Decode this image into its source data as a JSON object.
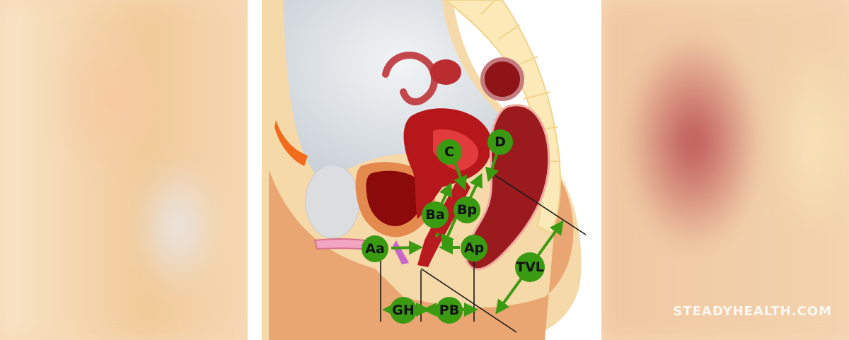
{
  "diagram": {
    "labels": {
      "C": "C",
      "D": "D",
      "Ba": "Ba",
      "Bp": "Bp",
      "Aa": "Aa",
      "Ap": "Ap",
      "TVL": "TVL",
      "GH": "GH",
      "PB": "PB"
    },
    "colors": {
      "marker": "#3a9a12",
      "marker_text": "#111111",
      "arrow": "#3a9a12"
    }
  },
  "watermark": "STEADYHEALTH.COM"
}
